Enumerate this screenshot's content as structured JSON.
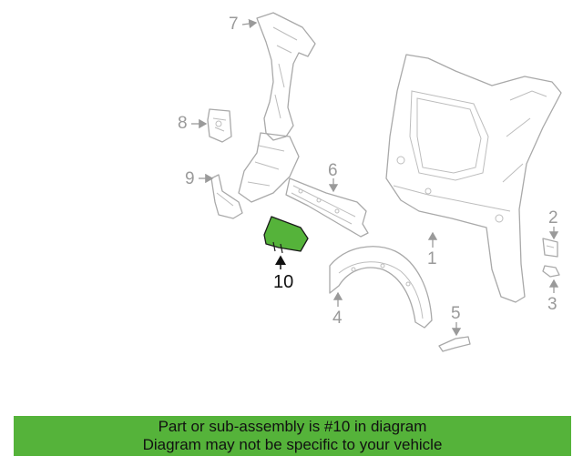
{
  "diagram": {
    "callouts": {
      "c1": "1",
      "c2": "2",
      "c3": "3",
      "c4": "4",
      "c5": "5",
      "c6": "6",
      "c7": "7",
      "c8": "8",
      "c9": "9",
      "c10": "10"
    },
    "highlighted_part": "10",
    "highlight_color": "#55b33a"
  },
  "banner": {
    "line1": "Part or sub-assembly is #10 in diagram",
    "line2": "Diagram may not be specific to your vehicle",
    "background": "#55b33a"
  }
}
